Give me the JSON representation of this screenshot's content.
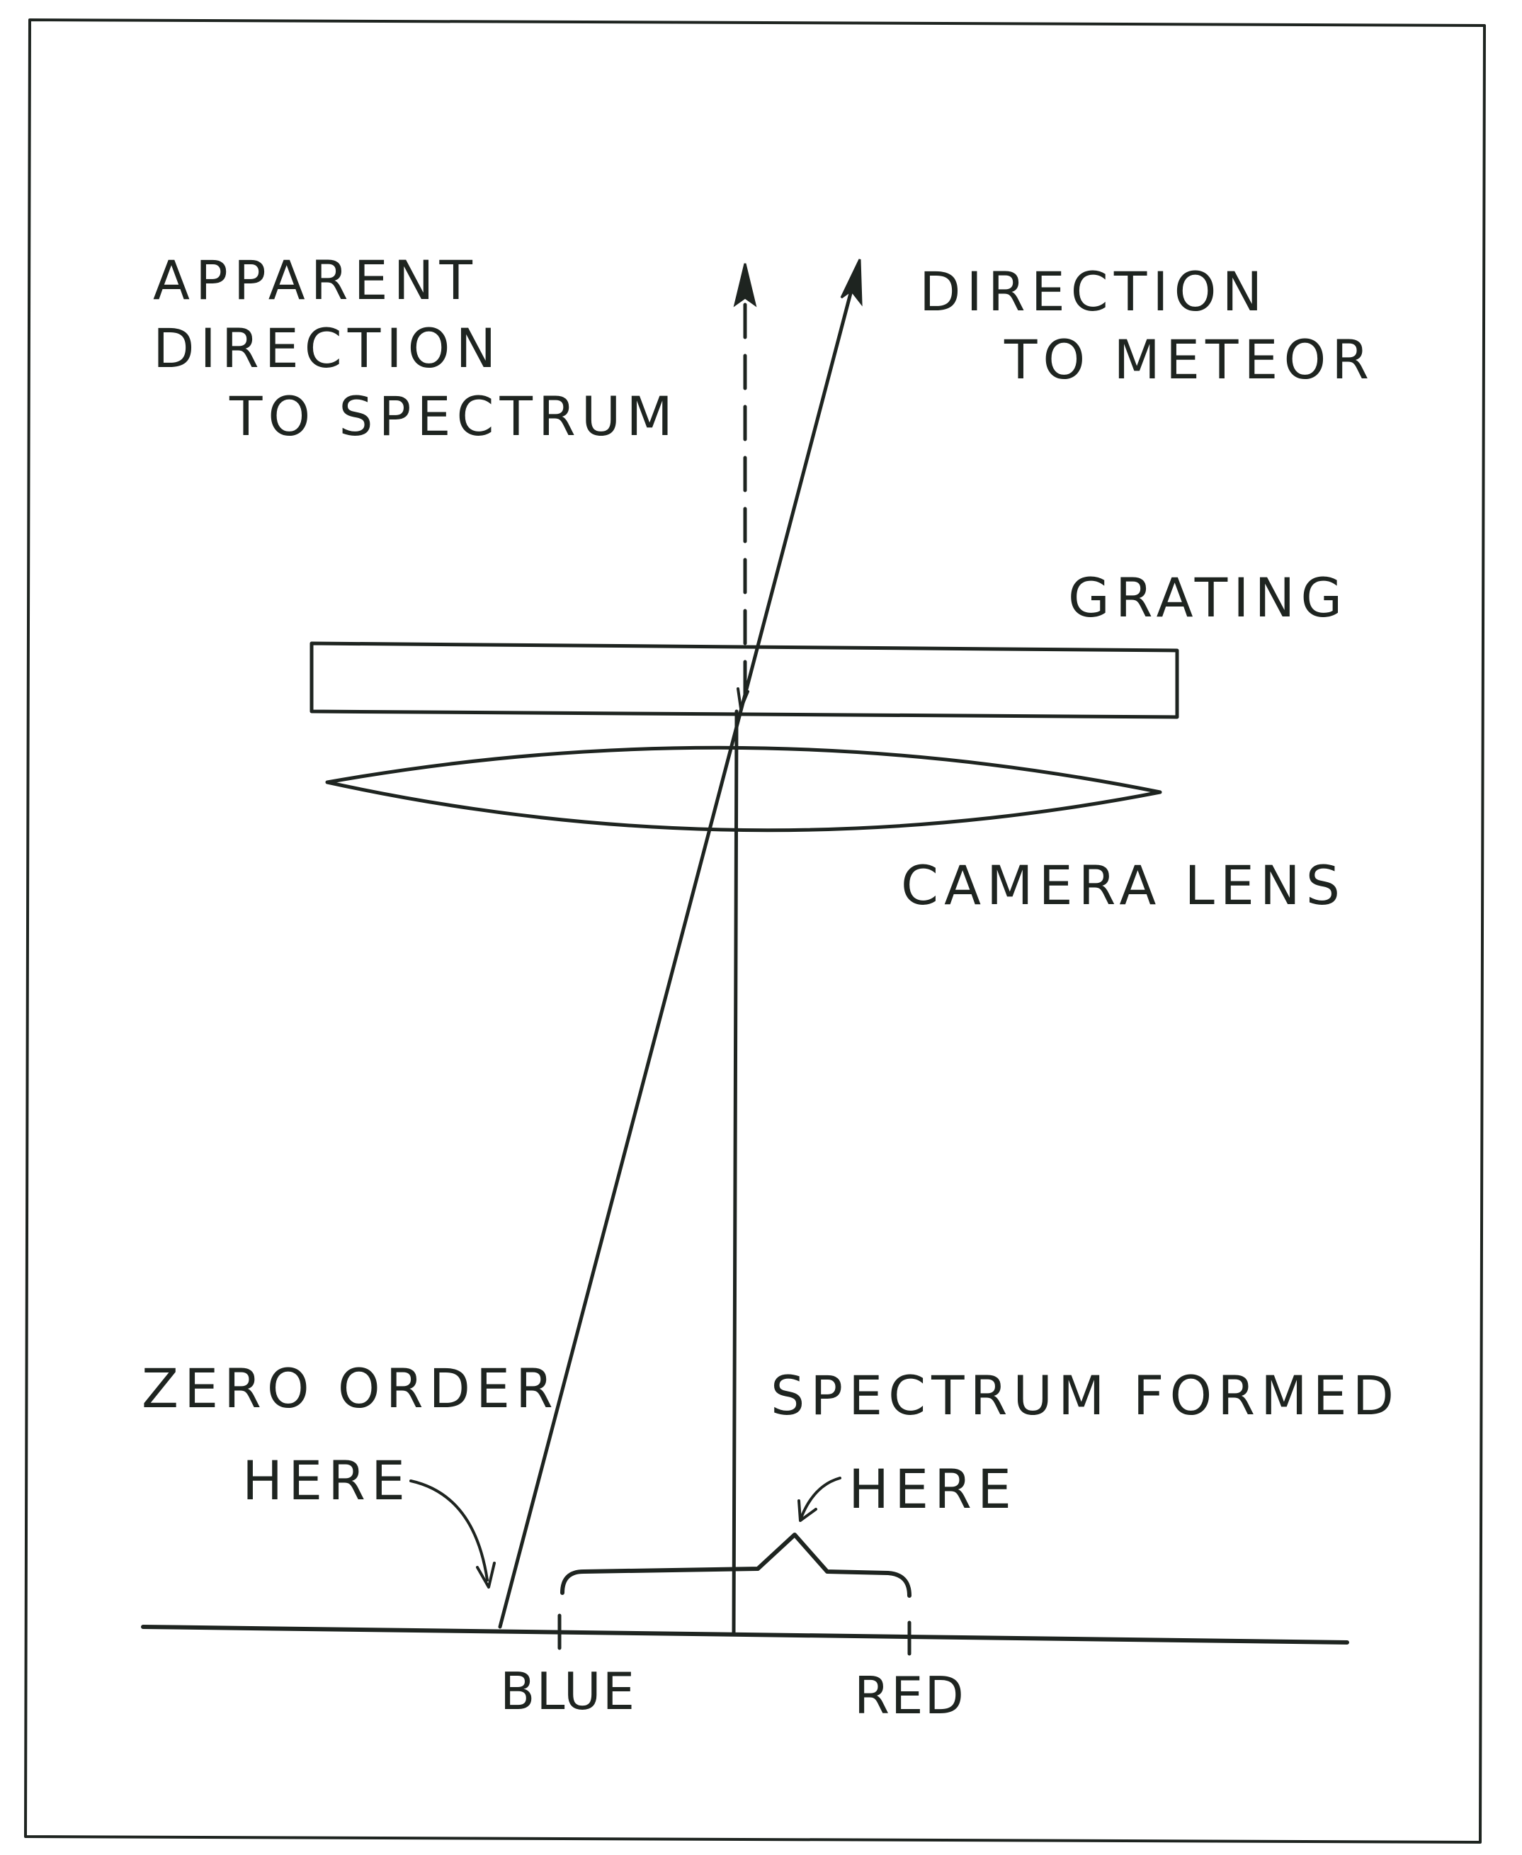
{
  "labels": {
    "apparent_direction": [
      "APPARENT",
      "DIRECTION",
      "TO SPECTRUM"
    ],
    "direction_to_meteor": [
      "DIRECTION",
      "TO METEOR"
    ],
    "grating": "GRATING",
    "camera_lens": "CAMERA LENS",
    "zero_order": [
      "ZERO ORDER",
      "HERE"
    ],
    "spectrum_formed": [
      "SPECTRUM FORMED",
      "HERE"
    ],
    "blue": "BLUE",
    "red": "RED"
  },
  "colors": {
    "ink": "#1e2420",
    "paper": "#ffffff"
  }
}
